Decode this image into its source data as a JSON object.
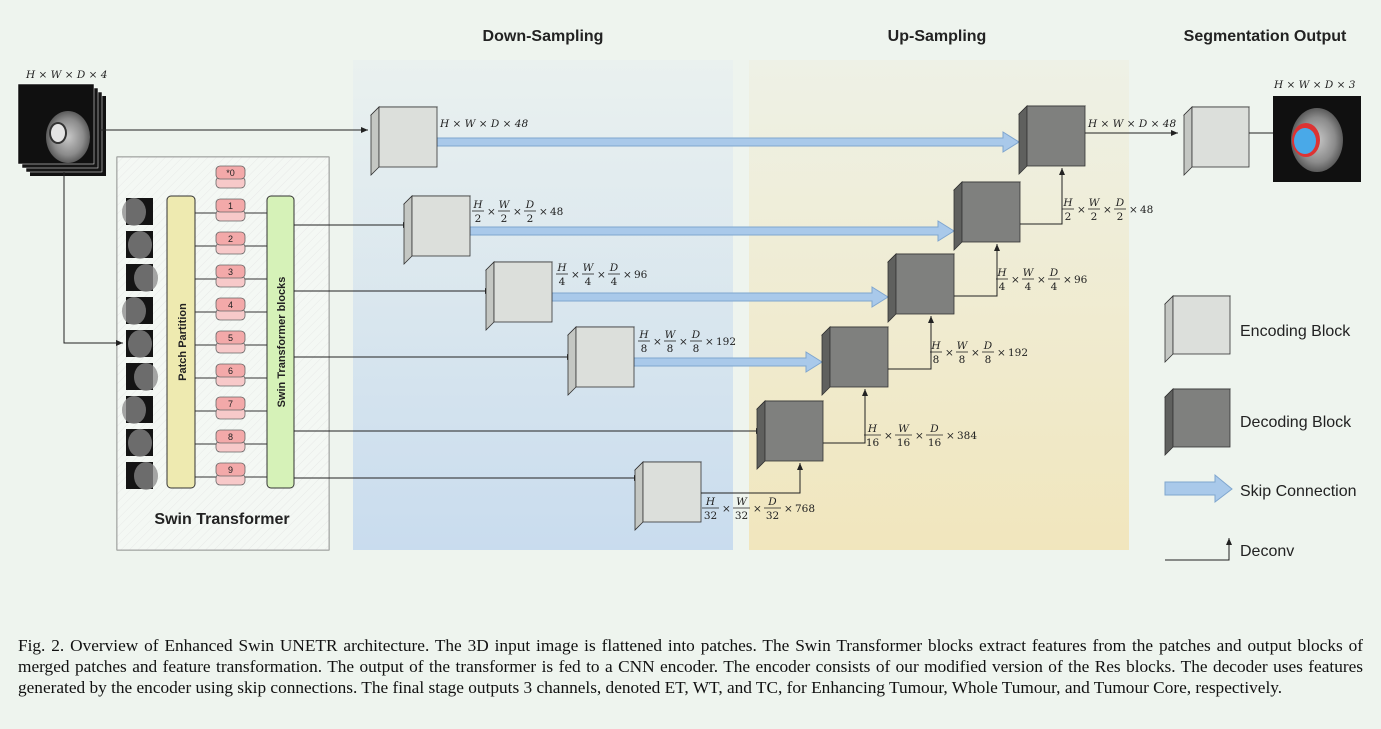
{
  "headers": {
    "down": "Down-Sampling",
    "up": "Up-Sampling",
    "seg": "Segmentation Output"
  },
  "input_label": "H × W × D × 4",
  "output_label": "H × W × D × 3",
  "swin": {
    "title": "Swin Transformer",
    "patch_partition": "Patch Partition",
    "blocks": "Swin Transformer blocks",
    "tokens": [
      "*0",
      "1",
      "2",
      "3",
      "4",
      "5",
      "6",
      "7",
      "8",
      "9"
    ]
  },
  "encoder_dims": [
    {
      "w": "H × W × D × 48"
    },
    {
      "f": [
        "H",
        "2",
        "W",
        "2",
        "D",
        "2"
      ],
      "c": "48"
    },
    {
      "f": [
        "H",
        "4",
        "W",
        "4",
        "D",
        "4"
      ],
      "c": "96"
    },
    {
      "f": [
        "H",
        "8",
        "W",
        "8",
        "D",
        "8"
      ],
      "c": "192"
    },
    {
      "f": [
        "H",
        "32",
        "W",
        "32",
        "D",
        "32"
      ],
      "c": "768"
    }
  ],
  "decoder_dims": [
    {
      "w": "H × W × D × 48"
    },
    {
      "f": [
        "H",
        "2",
        "W",
        "2",
        "D",
        "2"
      ],
      "c": "48"
    },
    {
      "f": [
        "H",
        "4",
        "W",
        "4",
        "D",
        "4"
      ],
      "c": "96"
    },
    {
      "f": [
        "H",
        "8",
        "W",
        "8",
        "D",
        "8"
      ],
      "c": "192"
    },
    {
      "f": [
        "H",
        "16",
        "W",
        "16",
        "D",
        "16"
      ],
      "c": "384"
    }
  ],
  "legend": {
    "encoding": "Encoding Block",
    "decoding": "Decoding Block",
    "skip": "Skip Connection",
    "deconv": "Deconv"
  },
  "colors": {
    "encoder_face": "#dcdfdb",
    "decoder_face": "#7f807e",
    "skip_arrow": "#a9c9ea",
    "token": "#f3a9a9",
    "patch_partition": "#eeeab0",
    "swin_blocks": "#d6f2b8",
    "down_panel": "#d3e4ef",
    "up_panel": "#f0e8c4"
  },
  "caption": "Fig. 2.  Overview of Enhanced Swin UNETR architecture. The 3D input image is flattened into patches. The Swin Transformer blocks extract features from the patches and output blocks of merged patches and feature transformation. The output of the transformer is fed to a CNN encoder. The encoder consists of our modified version of the Res blocks. The decoder uses features generated by the encoder using skip connections. The final stage outputs 3 channels, denoted ET, WT, and TC, for Enhancing Tumour, Whole Tumour, and Tumour Core, respectively."
}
